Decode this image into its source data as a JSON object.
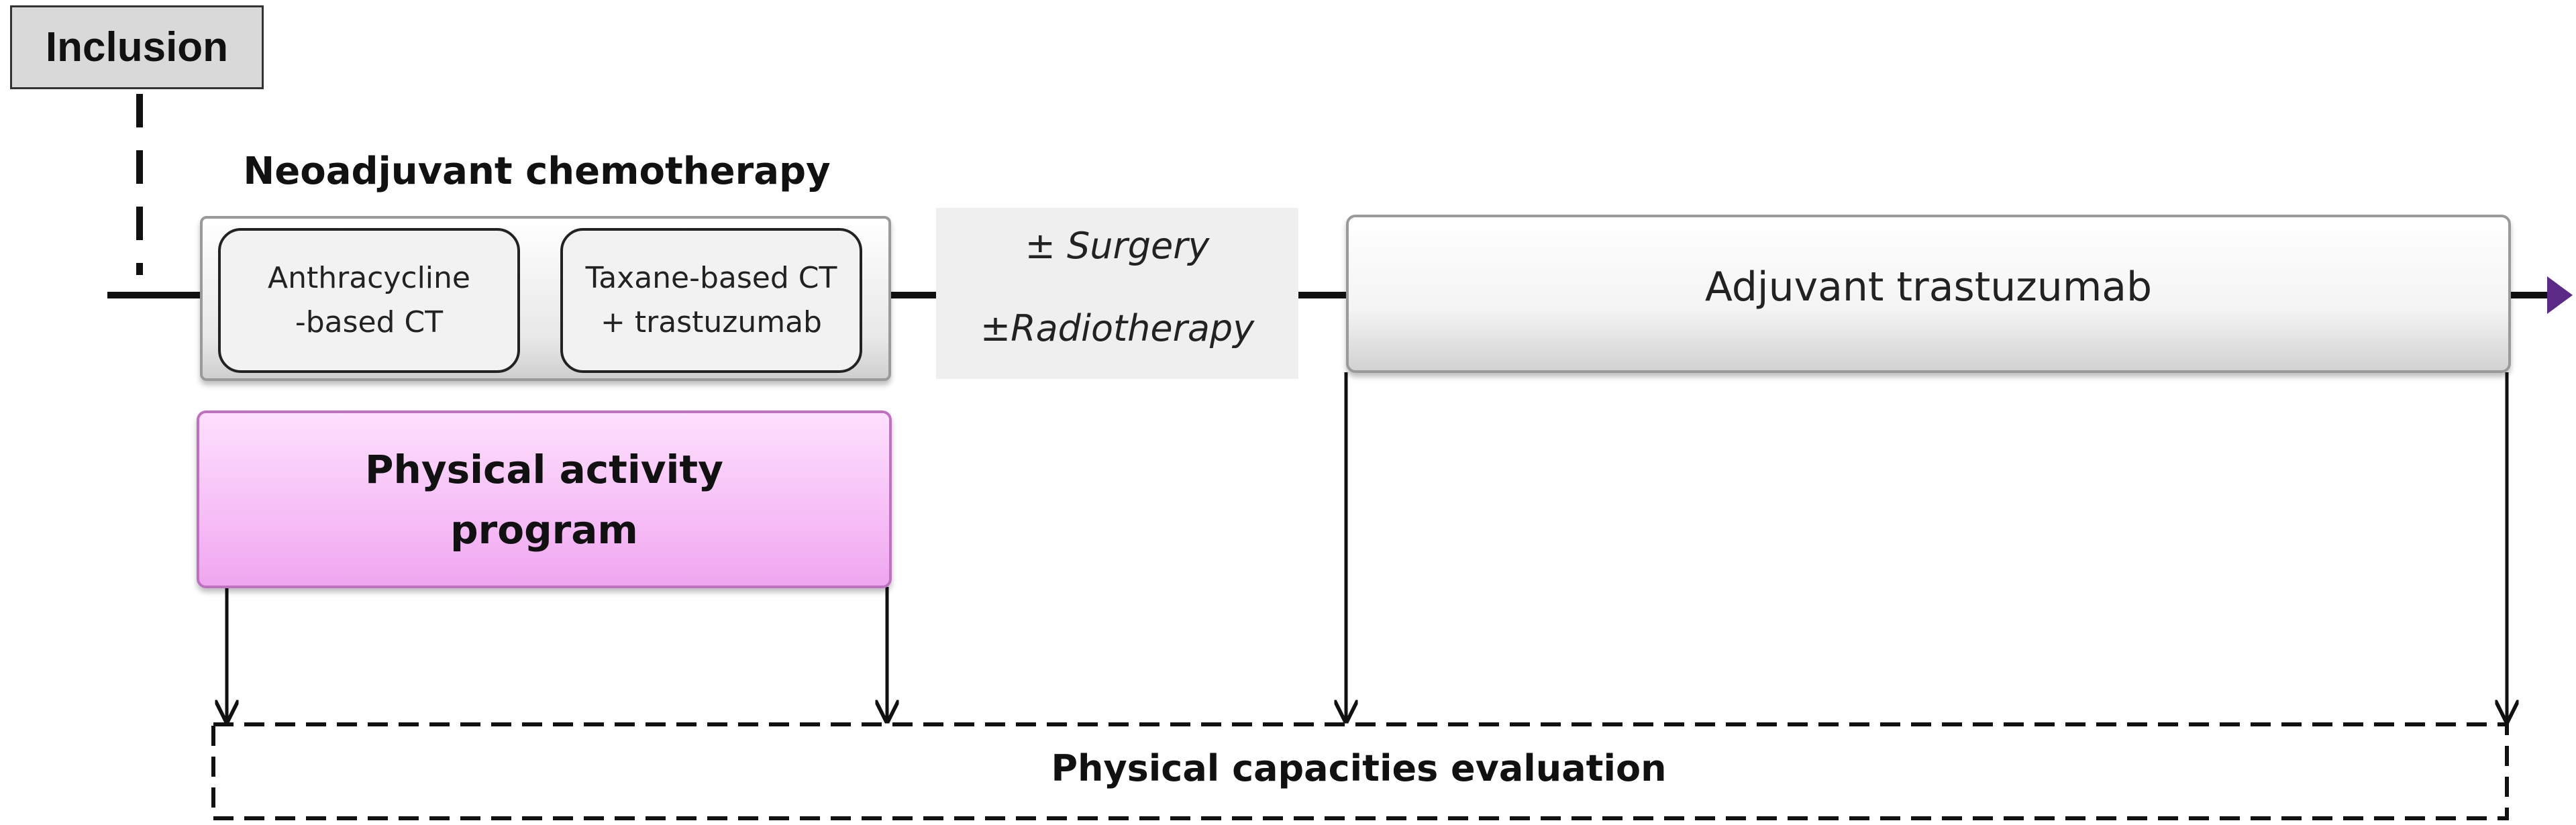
{
  "inclusion": {
    "label": "Inclusion"
  },
  "neoadjuvant": {
    "title": "Neoadjuvant chemotherapy",
    "anthracycline": "Anthracycline\n-based CT",
    "taxane": "Taxane-based CT\n+ trastuzumab"
  },
  "surgery": {
    "line1": "± Surgery",
    "line2": "±Radiotherapy"
  },
  "adjuvant": {
    "label": "Adjuvant trastuzumab"
  },
  "physical_activity": {
    "label": "Physical activity\nprogram"
  },
  "evaluation": {
    "label": "Physical capacities evaluation"
  },
  "colors": {
    "timeline": "#111111",
    "arrow_head": "#5b2a86",
    "program_fill": "#f5b8f5",
    "program_border": "#c070c0"
  }
}
